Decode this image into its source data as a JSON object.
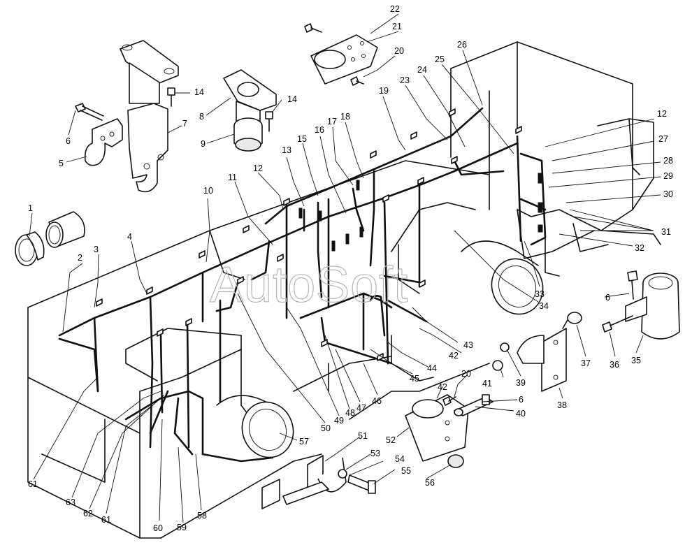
{
  "watermark": "AutoSoft",
  "callouts": [
    "1",
    "2",
    "3",
    "4",
    "5",
    "6",
    "7",
    "8",
    "9",
    "10",
    "11",
    "12",
    "13",
    "14",
    "15",
    "16",
    "17",
    "18",
    "19",
    "20",
    "21",
    "22",
    "23",
    "24",
    "25",
    "26",
    "27",
    "28",
    "29",
    "30",
    "31",
    "32",
    "33",
    "34",
    "35",
    "36",
    "37",
    "38",
    "39",
    "40",
    "41",
    "42",
    "43",
    "44",
    "45",
    "46",
    "47",
    "48",
    "49",
    "50",
    "51",
    "52",
    "53",
    "54",
    "55",
    "56",
    "57",
    "58",
    "59",
    "60",
    "61",
    "62",
    "63"
  ]
}
